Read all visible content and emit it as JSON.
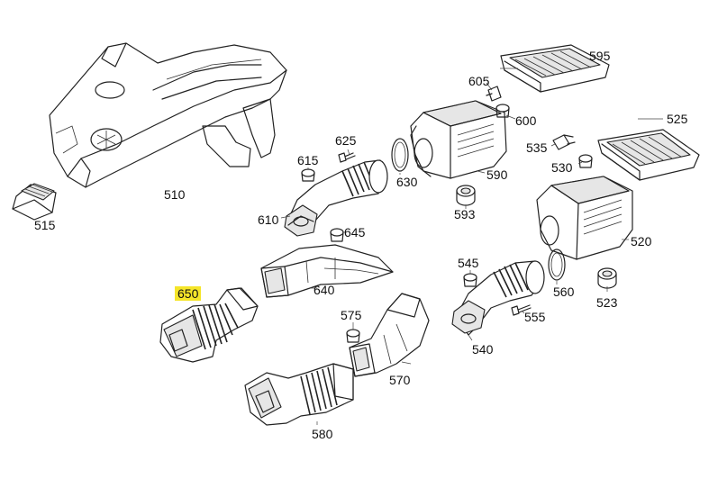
{
  "highlighted_part": "650",
  "callouts": [
    {
      "id": "595",
      "text": "595"
    },
    {
      "id": "605",
      "text": "605"
    },
    {
      "id": "600",
      "text": "600"
    },
    {
      "id": "525",
      "text": "525"
    },
    {
      "id": "535",
      "text": "535"
    },
    {
      "id": "530",
      "text": "530"
    },
    {
      "id": "625",
      "text": "625"
    },
    {
      "id": "615",
      "text": "615"
    },
    {
      "id": "630",
      "text": "630"
    },
    {
      "id": "590",
      "text": "590"
    },
    {
      "id": "593",
      "text": "593"
    },
    {
      "id": "510",
      "text": "510"
    },
    {
      "id": "515",
      "text": "515"
    },
    {
      "id": "610",
      "text": "610"
    },
    {
      "id": "645",
      "text": "645"
    },
    {
      "id": "520",
      "text": "520"
    },
    {
      "id": "545",
      "text": "545"
    },
    {
      "id": "560",
      "text": "560"
    },
    {
      "id": "523",
      "text": "523"
    },
    {
      "id": "650",
      "text": "650"
    },
    {
      "id": "640",
      "text": "640"
    },
    {
      "id": "575",
      "text": "575"
    },
    {
      "id": "555",
      "text": "555"
    },
    {
      "id": "540",
      "text": "540"
    },
    {
      "id": "570",
      "text": "570"
    },
    {
      "id": "580",
      "text": "580"
    }
  ]
}
